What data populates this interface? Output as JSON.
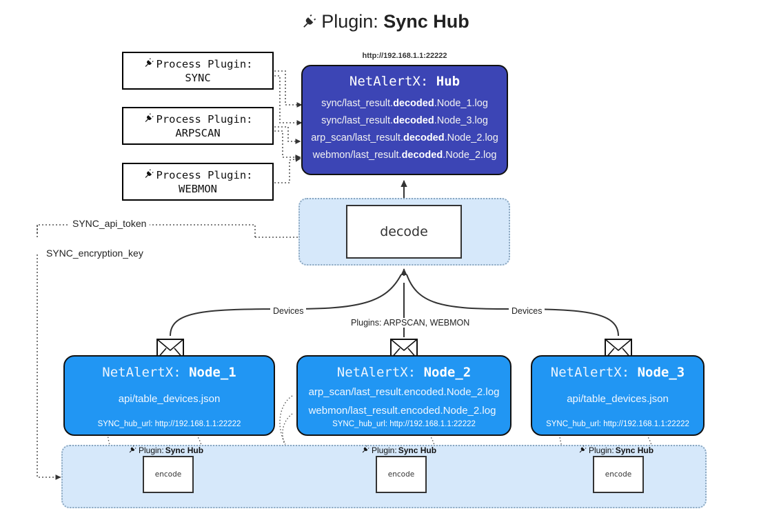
{
  "title": {
    "prefix": "Plugin:",
    "name": "Sync Hub",
    "icon": "plug-icon"
  },
  "process_plugins": [
    {
      "label": "Process Plugin:",
      "name": "SYNC",
      "icon": "plug-icon"
    },
    {
      "label": "Process Plugin:",
      "name": "ARPSCAN",
      "icon": "plug-icon"
    },
    {
      "label": "Process Plugin:",
      "name": "WEBMON",
      "icon": "plug-icon"
    }
  ],
  "hub": {
    "url": "http://192.168.1.1:22222",
    "title_prefix": "NetAlertX:",
    "title_name": "Hub",
    "logs": [
      {
        "pre": "sync/last_result.",
        "mid": "decoded",
        "post": ".Node_1.log"
      },
      {
        "pre": "sync/last_result.",
        "mid": "decoded",
        "post": ".Node_3.log"
      },
      {
        "pre": "arp_scan/last_result.",
        "mid": "decoded",
        "post": ".Node_2.log"
      },
      {
        "pre": "webmon/last_result.",
        "mid": "decoded",
        "post": ".Node_2.log"
      }
    ]
  },
  "decode": {
    "label": "decode"
  },
  "keys": [
    {
      "label": "SYNC_api_token"
    },
    {
      "label": "SYNC_encryption_key"
    }
  ],
  "edge_labels": {
    "devices_left": "Devices",
    "devices_right": "Devices",
    "plugins_center": "Plugins: ARPSCAN, WEBMON"
  },
  "nodes": [
    {
      "title_prefix": "NetAlertX:",
      "title_name": "Node_1",
      "lines": [
        "api/table_devices.json"
      ],
      "url_key": "SYNC_hub_url:",
      "url_value": "http://192.168.1.1:22222",
      "icon": "envelope-icon"
    },
    {
      "title_prefix": "NetAlertX:",
      "title_name": "Node_2",
      "lines": [
        "arp_scan/last_result.encoded.Node_2.log",
        "webmon/last_result.encoded.Node_2.log"
      ],
      "url_key": "SYNC_hub_url:",
      "url_value": "http://192.168.1.1:22222",
      "icon": "envelope-icon"
    },
    {
      "title_prefix": "NetAlertX:",
      "title_name": "Node_3",
      "lines": [
        "api/table_devices.json"
      ],
      "url_key": "SYNC_hub_url:",
      "url_value": "http://192.168.1.1:22222",
      "icon": "envelope-icon"
    }
  ],
  "encoders": [
    {
      "plugin_prefix": "Plugin:",
      "plugin_name": "Sync Hub",
      "box_label": "encode",
      "icon": "plug-icon"
    },
    {
      "plugin_prefix": "Plugin:",
      "plugin_name": "Sync Hub",
      "box_label": "encode",
      "icon": "plug-icon"
    },
    {
      "plugin_prefix": "Plugin:",
      "plugin_name": "Sync Hub",
      "box_label": "encode",
      "icon": "plug-icon"
    }
  ],
  "colors": {
    "hub_fill": "#3c45b5",
    "node_fill": "#2196f3",
    "container_fill": "#d6e8fa",
    "container_border": "#8aa6bf",
    "stroke": "#333333"
  }
}
